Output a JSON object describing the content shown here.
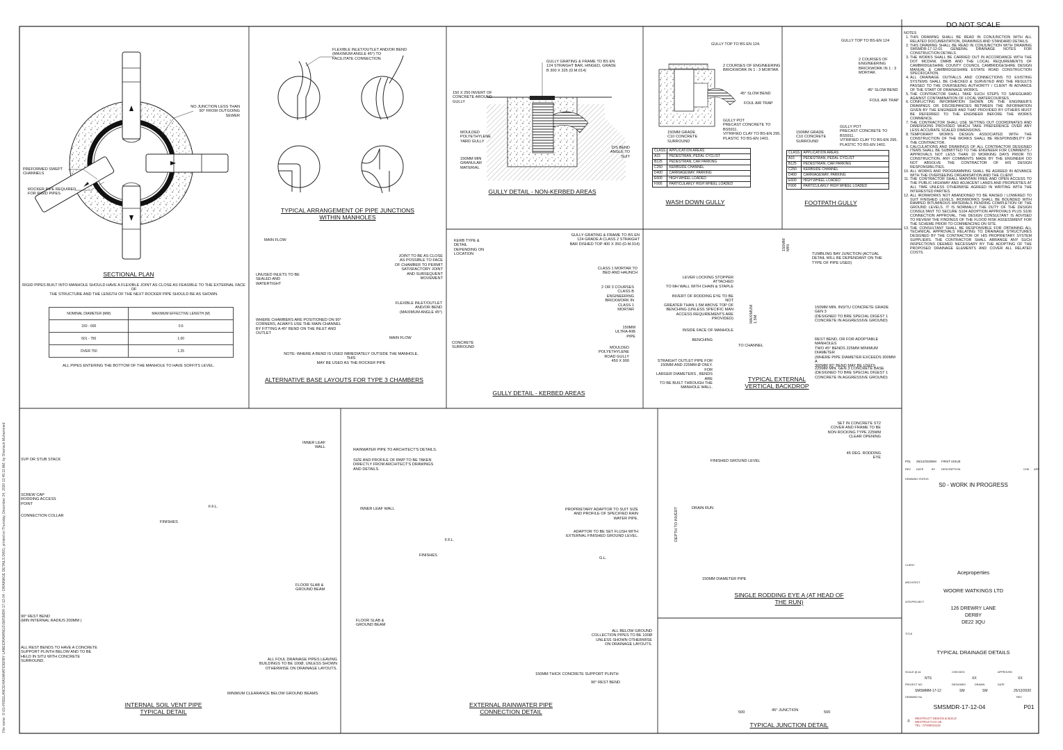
{
  "sheet": {
    "do_not_scale": "DO NOT SCALE",
    "file_path_note": "File name: S:\\01-FREELANCE\\HASANAT\\DERBY LANE\\DRAWINGS\\SMSMDR-17-12-04 - DRAINAGE DETAILS.DWG; printed on Thursday, December 24, 2020 12:45:11 AM; by Shamsuk Muhammed"
  },
  "notes": {
    "header": "NOTES",
    "items": [
      "THIS DRAWING SHALL BE READ IN CONJUNCTION WITH ALL RELATED DOCUMENTATION, DRAWINGS AND STANDARD DETAILS.",
      "THIS DRAWING SHALL BE READ IN CONJUNCTION WITH DRAWING SMSMDR-17-12-01 GENERAL DRAINAGE NOTES FOR CONSTRUCTION DETAILS.",
      "THE WORKS SHALL BE CARRIED OUT IN ACCORDANCE WITH THE DOT MCDHW, DMRB AND THE LOCAL REQUIREMENTS OF CAMBRIDGESHIRE COUNTY COUNCIL CAMBRIDGESHIRE DESIGN MANUAL & CAMBRIDGESHIRE ESTATE ROAD CONSTRUCTION SPECIFICATION.",
      "ALL DRAINAGE OUTFALLS AND CONNECTIONS TO EXISTING SYSTEMS SHALL BE CHECKED & SURVEYED AND THE RESULTS PASSED TO THE OVERSEEING AUTHORITY / CLIENT IN ADVANCE OF THE START OF DRAINAGE WORKS.",
      "THE CONTRACTOR SHALL TAKE SUCH STEPS TO SAFEGUARD AGAINST CONTAMINATION OF LOCAL WATERCOURSES.",
      "CONFLICTING INFORMATION SHOWN ON THE ENGINEER'S DRAWINGS OR DISCREPANCIES BETWEEN THE INFORMATION GIVEN BY THE ENGINEER AND THAT PROVIDED BY OTHERS MUST BE REFERRED TO THE ENGINEER BEFORE THE WORKS COMMENCE.",
      "THE CONTRACTOR SHALL USE SETTING OUT COORDINATES AND DIMENSIONS PROVIDED WHICH TAKE PREFERENCE OVER ANY LESS ACCURATE SCALED DIMENSIONS.",
      "TEMPORARY WORKS DESIGN ASSOCIATED WITH THE CONSTRUCTION OF THE WORKS SHALL BE RESPONSIBILITY OF THE CONTRACTOR.",
      "CALCULATIONS AND DRAWINGS OF ALL CONTRACTOR DESIGNED ITEMS SHALL BE SUBMITTED TO THE ENGINEER FOR COMMENTS / APPROVALS NOT LESS THAN 10 WORKING DAYS PRIOR TO CONSTRUCTION. ANY COMMENTS MADE BY THE ENGINEER DO NOT ABSOLVE THE CONTRACTOR OF HIS DESIGN RESPONSIBILITIES.",
      "ALL WORKS AND PROGRAMMING SHALL BE AGREED IN ADVANCE WITH THE OVERSEEING ORGANISATION AND THE CLIENT.",
      "THE CONTRACTOR SHALL MAINTAIN FREE AND OPEN ACCESS TO THE PUBLIC HIGHWAY AND ADJACENT LANDS AND PROPERTIES AT ALL TIME UNLESS OTHERWISE AGREED IN WRITING WITH THE INTERESTED PARTIES.",
      "ALL IRONWORKS NOT ABANDONED TO BE RAISED / LOWERED TO SUIT FINISHED LEVELS. IRONWORKS SHALL BE BOUNDED WITH RAMPED BITUMINOUS MATERIALS PENDING COMPLETION OF THE GROUND LEVELS. IT IS NORMALLY THE DUTY OF THE DESIGN CONSULTANT TO SECURE S104 ADOPTION APPROVALS PLUS S106 CONNECTION APPROVAL. THE DESIGN CONSULTANT IS ADVISED TO REVIEW THE FINDINGS OF THE FLOOD RISK ASSESSMENT FOR THE SCHEME PRIOR TO COMMENCING ON SITE.",
      "THE CONSULTANT SHALL BE RESPONSIBLE FOR OBTAINING ALL TECHNICAL APPROVALS RELATING TO DRAINAGE STRUCTURES DESIGNED BY THE CONTRACTOR OF HIS PROPRIETARY SYSTEM SUPPLIERS. THE CONTRACTOR SHALL ARRANGE ANY SUCH INSPECTIONS DEEMED NECESSARY BY THE ADOPTING OF THE PROPOSED DRAINAGE ELEMENTS AND COVER ALL RELATED COSTS."
    ]
  },
  "titles": {
    "sectional_plan": "SECTIONAL PLAN",
    "pipe_junctions": "TYPICAL ARRANGEMENT OF PIPE JUNCTIONS\nWITHIN MANHOLES",
    "gully_non_kerbed": "GULLY DETAIL - NON-KERBED AREAS",
    "wash_down_gully": "WASH DOWN GULLY",
    "footpath_gully": "FOOTPATH GULLY",
    "alt_base": "ALTERNATIVE BASE LAYOUTS FOR TYPE 3 CHAMBERS",
    "gully_kerbed": "GULLY DETAIL - KERBED AREAS",
    "backdrop": "TYPICAL EXTERNAL\nVERTICAL BACKDROP",
    "soil_vent": "INTERNAL SOIL VENT PIPE\nTYPICAL DETAIL",
    "rainwater": "EXTERNAL RAINWATER PIPE\nCONNECTION DETAIL",
    "rodding_eye": "SINGLE RODDING EYE A (AT HEAD OF\nTHE RUN)",
    "junction": "TYPICAL JUNCTION DETAIL"
  },
  "labels": {
    "sp_no_junction": "NO JUNCTION LESS THAN\n90° FROM OUTGOING\nSEWER",
    "sp_preformed": "PREFORMED SWEPT\nCHANNELS",
    "sp_rocker": "ROCKER PIPE REQUIRED\nFOR RIGID PIPES",
    "sp_rigid_note": "RIGID PIPES BUILT INTO MANHOLE SHOULD HAVE A FLEXIBLE JOINT AS CLOSE AS FEASIBLE TO THE EXTERNAL FACE OF\nTHE STRUCTURE AND THE LENGTH OF THE NEXT ROCKER PIPE SHOULD BE AS SHOWN.",
    "sp_soffits": "ALL PIPES ENTERING THE BOTTOM OF THE MANHOLE TO HAVE SOFFITS LEVEL.",
    "pj_flexible": "FLEXIBLE INLET/OUTLET AND/OR BEND\n(MAXIMUM ANGLE 45°) TO\nFACILITATE CONNECTION",
    "gn_grating": "GULLY GRATING & FRAME TO BS EN\n124 STRAIGHT BAR, HINGED, GRADE\nB 300 X 325 (D.M.014)",
    "gn_invert": "150 X 250 INVERT OF\nCONCRETE AROUND\nGULLY",
    "gn_moulded": "MOULDED\nPOLYETHYLENE\nYARD GULLY",
    "gn_granular": "150MM MIN\nGRANULAR\nMATERIAL",
    "gn_bend": "D/S BEND\nANGLE TO\nSUIT",
    "wd_gully_top": "GULLY TOP TO BS EN 124.",
    "wd_courses": "2 COURSES OF ENGINEERING\nBRICKWORK IN 1 : 3 MORTAR.",
    "wd_slow_bend": "45° SLOW BEND",
    "wd_foul_trap": "FOUL AIR TRAP",
    "wd_gully_pot": "GULLY POT\nPRECAST CONCRETE TO BS5911.\nVITRIFIED CLAY TO BS-EN 295.\nPLASTIC TO BS-EN 1401.",
    "wd_concrete": "150MM GRADE\nC10 CONCRETE\nSURROUND",
    "fp_gully_top": "GULLY TOP TO BS-EN 124",
    "fp_courses": "2 COURSES OF\nENGINEERING\nBRICKWORK IN 1 : 3\nMORTAR.",
    "fp_slow_bend": "45° SLOW BEND",
    "fp_foul_trap": "FOUL AIR TRAP",
    "fp_gully_pot": "GULLY POT\nPRECAST CONCRETE TO BS5911.\nVITRIFIED CLAY TO BS-EN 295.\nPLASTIC TO BS-EN 1401.",
    "fp_concrete": "150MM GRADE\nC10 CONCRETE\nSURROUND",
    "ab_main_flow": "MAIN FLOW",
    "ab_joint": "JOINT TO BE AS CLOSE\nAS POSSIBLE TO FACE\nOF CHAMBER TO PERMIT\nSATISFACTORY JOINT\nAND SUBSEQUENT\nMOVEMENT",
    "ab_unused": "UNUSED INLETS TO BE\nSEALED AND\nWATERTIGHT",
    "ab_flexible": "FLEXIBLE INLET/OUTLET\nAND/OR BEND\n(MAXIMUM ANGLE 45°)",
    "ab_corners": "WHERE CHAMBERS ARE POSITIONED ON 90°\nCORNERS, ALWAYS USE THE MAIN CHANNEL\nBY FITTING A 45° BEND ON THE INLET AND\nOUTLET",
    "ab_main_flow2": "MAIN FLOW",
    "ab_note": "NOTE:  WHERE A BEND IS USED IMMEDIATELY OUTSIDE THE MANHOLE, THIS\nMAY BE USED AS THE ROCKER PIPE",
    "gk_grating": "GULLY GRATING & FRAME TO BS EN\n124 GRADE A CLASS 2 STRAIGHT\nBAR DISHED TOP 400 X 350 (D.M.014)",
    "gk_kerb": "KERB TYPE &\nDETAIL\nDEPENDING ON\nLOCATION",
    "gk_mortar": "CLASS 1 MORTAR TO\nBED AND HAUNCH",
    "gk_courses": "2 OR 3 COURSES\nCLASS B\nENGINEERING\nBRICKWORK IN\nCLASS 1\nMORTAR",
    "gk_ultra": "150MM\nULTRA-RIB\nPIPE",
    "gk_concrete": "CONCRETE\nSURROUND",
    "gk_moulded": "MOULDED\nPOLYETHYLENE\nROAD GULLY\n450 X 900",
    "bd_tumbling": "TUMBLING BAY JUNCTION (ACTUAL\nDETAIL WILL BE DEPENDANT ON THE\nTYPE OF PIPE USED)",
    "bd_lever": "LEVER LOCKING STOPPER ATTACHED\nTO MH WALL WITH CHAIN & STAPLE",
    "bd_invert": "INVERT OF RODDING EYE TO BE NOT\nGREATER THAN 1.5M ABOVE TOP OF\nBENCHING (UNLESS SPECIFIC MAN\nACCESS REQUIREMENTS ARE\nPROVIDED)",
    "bd_inside": "INSIDE FACE OF MANHOLE",
    "bd_benching": "BENCHING",
    "bd_to_channel": "TO CHANNEL",
    "bd_straight": "STRAIGHT OUTLET PIPE FOR\n150MM AND 225MM Ø ONLY. FOR\nLARGER DIAMETERS , BENDS ARE\nTO BE BUILT THROUGH THE\nMANHOLE WALL.",
    "bd_insitu": "150MM MIN. INSITU CONCRETE GRADE GEN 3\n(DESIGNED TO BRE SPECIAL DIGEST 1\nCONCRETE IN AGGRESSIVE GROUND)",
    "bd_rest_bend": "REST BEND, OR FOR ADOPTABLE MANHOLES\nTWO 45° BENDS 225MM MINIMUM DIAMETER\n(WHERE PIPE DIAMETER EXCEEDS 300MM A\n300MM 90° BEND MAY BE USED)",
    "bd_base": "225MM MIN. GEN 3 CONCRETE BASE\n(DESIGNED TO BRE SPECIAL DIGEST 1\nCONCRETE IN AGGRESSIVE GROUND)",
    "bd_max": "MAXIMUM 1.5M",
    "bd_min": "150MM MIN",
    "sv_svp": "SVP OR STUB STACK",
    "sv_screw": "SCREW CAP\nRODDING ACCESS\nPOINT",
    "sv_collar": "CONNECTION COLLAR",
    "sv_finishes": "FINISHES",
    "sv_inner": "INNER LEAF\nWALL",
    "sv_ffl": "F.F.L.",
    "sv_floor": "FLOOR SLAB &\nGROUND BEAM",
    "sv_rest": "90° REST BEND\n(MIN INTERNAL RADIUS 200MM )",
    "sv_plinth": "ALL REST BENDS TO HAVE A CONCRETE\nSUPPORT PLINTH BELOW AND TO BE\nHELD IN SITU WITH CONCRETE\nSURROUND.",
    "sv_foul": "ALL FOUL DRAINAGE PIPES LEAVING\nBUILDINGS TO BE 100Ø, UNLESS SHOWN\nOTHERWISE ON DRAINAGE LAYOUTS.",
    "sv_clearance": "MINIMUM CLEARANCE BELOW GROUND BEAMS.",
    "rw_pipe": "RAINWATER PIPE TO ARCHITECT'S DETAILS.",
    "rw_size": "SIZE AND PROFILE OF RWP TO BE TAKEN\nDIRECTLY FROM ARCHITECT'S DRAWINGS\nAND DETAILS.",
    "rw_inner": "INNER LEAF WALL",
    "rw_adaptor": "PROPRIETARY ADAPTOR TO SUIT SIZE\nAND PROFILE OF SPECIFIED RAIN\nWATER PIPE.",
    "rw_flush": "ADAPTOR TO BE SET FLUSH WITH\nEXTERNAL FINISHED GROUND LEVEL.",
    "rw_ffl": "F.F.L.",
    "rw_finishes": "FINISHES",
    "rw_gl": "G.L.",
    "rw_floor": "FLOOR SLAB &\nGROUND BEAM",
    "rw_below": "ALL BELOW GROUND\nCOLLECTION PIPES TO BE 100Ø\nUNLESS SHOWN OTHERWISE\nON DRAINAGE LAYOUTS.",
    "rw_plinth": "150MM THICK CONCRETE SUPPORT PLINTH",
    "rw_rest": "90° REST BEND",
    "re_set": "SET IN CONCRETE ST2\nCOVER AND FRAME TO BE\nNON ROCKING TYPE 225MM\nCLEAR OPENING",
    "re_45": "45 DEG. RODDING\nEYE",
    "re_finished": "FINISHED GROUND LEVEL",
    "re_drain": "DRAIN RUN",
    "re_depth": "DEPTH TO INVERT",
    "re_pipe": "150MM DIAMETER PIPE",
    "jn_label": "45° JUNCTION",
    "jn_dim1": "500",
    "jn_dim2": "500"
  },
  "class_table": {
    "header": [
      "CLASS",
      "APPLICATION AREAS"
    ],
    "rows": [
      [
        "A15",
        "PEDESTRIAN, PEDAL CYCLIST"
      ],
      [
        "B125",
        "PEDESTRIAN, CAR PARKING"
      ],
      [
        "C250",
        "KERBSIDE CHANNEL"
      ],
      [
        "D400",
        "CARRIAGEWAY, PARKING"
      ],
      [
        "E600",
        "HIGH WHEEL LOADED"
      ],
      [
        "F900",
        "PARTICULARLY HIGH WHEEL LOADED"
      ]
    ]
  },
  "length_table": {
    "header": [
      "NOMINAL DIAMETER (MM)",
      "MAXIMUM EFFECTIVE LENGTH (M)"
    ],
    "rows": [
      [
        "150 - 600",
        "0.6"
      ],
      [
        "601 - 750",
        "1.00"
      ],
      [
        "OVER 750",
        "1.25"
      ]
    ]
  },
  "title_block": {
    "revision": {
      "rev": "P01",
      "date": "25/12/2020",
      "by": "SM",
      "description": "FIRST ISSUE"
    },
    "rev_headers": [
      "REV",
      "DATE",
      "BY",
      "DESCRIPTION",
      "CHK",
      "APP"
    ],
    "drawing_status_label": "DRAWING STATUS",
    "drawing_status": "S0 - WORK IN PROGRESS",
    "client_label": "CLIENT",
    "client": "Aceproperties",
    "architect_label": "ARCHITECT",
    "architect": "WOORE WATKINGS LTD",
    "project_label": "SITE/PROJECT",
    "project": "126 DREWRY LANE\nDERBY\nDE22 3QU",
    "title_label": "TITLE",
    "title": "TYPICAL DRAINAGE DETAILS",
    "scale_label": "SCALE @ A1",
    "scale": "NTS",
    "checked_label": "CHECKED",
    "checked": "XX",
    "approved_label": "APPROVED",
    "approved": "XX",
    "project_no_label": "PROJECT NO",
    "project_no": "SMSMMM-17-12",
    "designed_label": "DESIGNED",
    "designed": "SM",
    "drawn_label": "DRAWN",
    "drawn": "SM",
    "date_label": "DATE",
    "date": "25/12/2020",
    "drawing_no_label": "DRAWING No",
    "drawing_no": "SMSMDR-17-12-04",
    "rev_label": "REV",
    "rev": "P01",
    "company": "WESTRUCT DESIGN & BUILD\nWESTRUCT.CO.UK\nTEL : 07466011132",
    "colors": {
      "company_text": "#b03030"
    }
  }
}
